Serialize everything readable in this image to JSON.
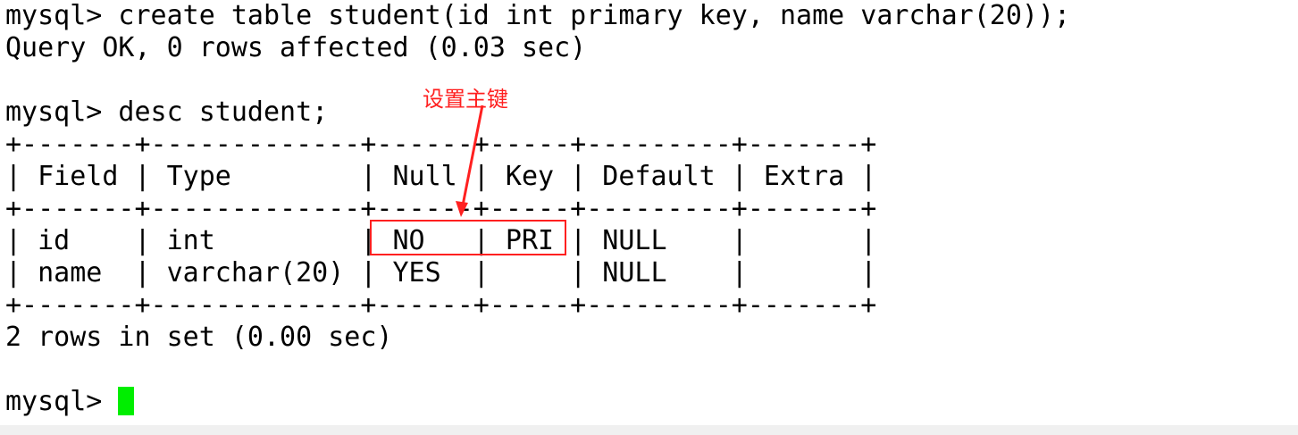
{
  "terminal": {
    "lines": [
      "mysql> create table student(id int primary key, name varchar(20));",
      "Query OK, 0 rows affected (0.03 sec)",
      "",
      "mysql> desc student;",
      "+-------+-------------+------+-----+---------+-------+",
      "| Field | Type        | Null | Key | Default | Extra |",
      "+-------+-------------+------+-----+---------+-------+",
      "| id    | int         | NO   | PRI | NULL    |       |",
      "| name  | varchar(20) | YES  |     | NULL    |       |",
      "+-------+-------------+------+-----+---------+-------+",
      "2 rows in set (0.00 sec)",
      ""
    ],
    "prompt": "mysql> ",
    "cursor_color": "#00ee00"
  },
  "annotation": {
    "label": "设置主键",
    "color": "#ff2020"
  }
}
